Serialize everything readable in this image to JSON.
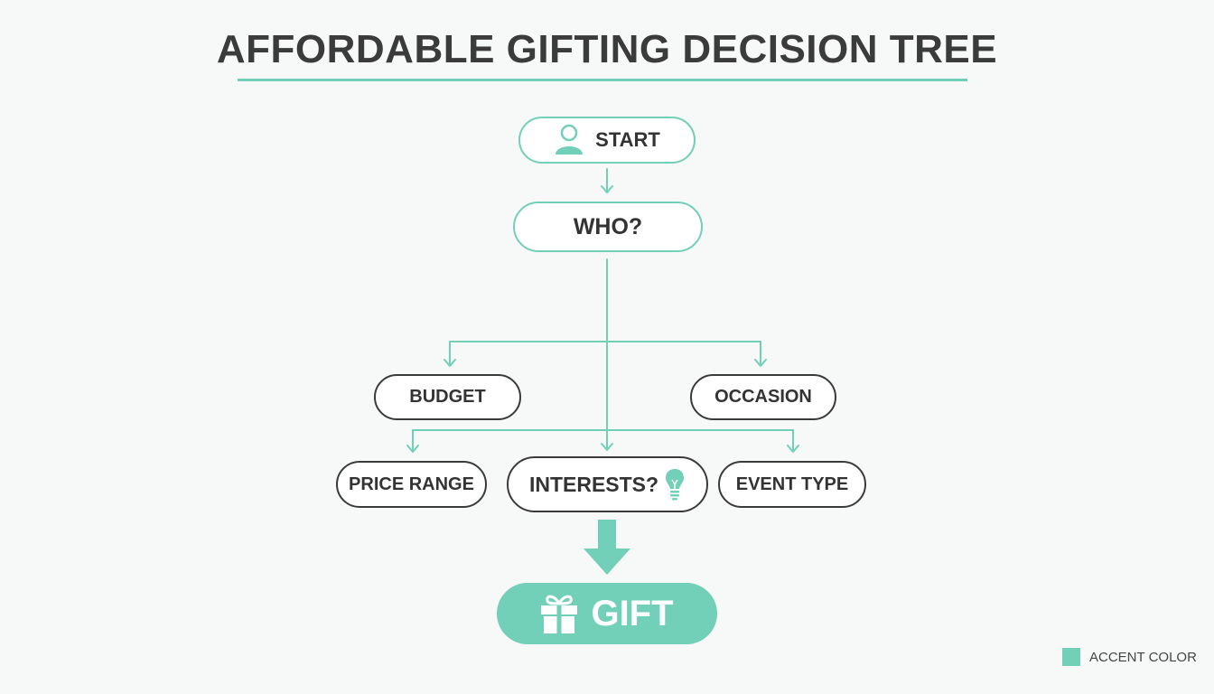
{
  "title": "AFFORDABLE GIFTING DECISION TREE",
  "accent_color": "#72cfb8",
  "nodes": {
    "start": {
      "label": "START",
      "icon": "person-icon"
    },
    "who": {
      "label": "WHO?"
    },
    "budget": {
      "label": "BUDGET"
    },
    "occasion": {
      "label": "OCCASION"
    },
    "price_range": {
      "label": "PRICE RANGE"
    },
    "interests": {
      "label": "INTERESTS?",
      "icon": "lightbulb-icon"
    },
    "event_type": {
      "label": "EVENT TYPE"
    },
    "gift": {
      "label": "GIFT",
      "icon": "gift-icon"
    }
  },
  "legend": {
    "label": "ACCENT COLOR",
    "color": "#72cfb8"
  }
}
